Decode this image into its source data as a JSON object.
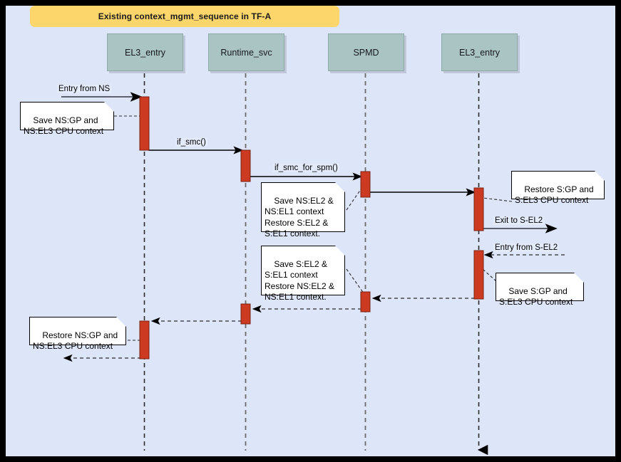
{
  "diagram": {
    "title": "Existing context_mgmt_sequence in TF-A",
    "type": "uml-sequence-diagram",
    "colors": {
      "background": "#dde5f8",
      "title_banner": "#fcd56b",
      "participant_box": "#a9c4c2",
      "activation_bar": "#cc3b21",
      "note_background": "#ffffff",
      "border": "#000000"
    },
    "participants": [
      {
        "id": "el3_entry_left",
        "label": "EL3_entry"
      },
      {
        "id": "runtime_svc",
        "label": "Runtime_svc"
      },
      {
        "id": "spmd",
        "label": "SPMD"
      },
      {
        "id": "el3_entry_right",
        "label": "EL3_entry"
      }
    ],
    "messages": [
      {
        "id": "m1",
        "label": "Entry from NS",
        "style": "solid",
        "from": "external-left",
        "to": "el3_entry_left"
      },
      {
        "id": "m2",
        "label": "if_smc()",
        "style": "solid",
        "from": "el3_entry_left",
        "to": "runtime_svc"
      },
      {
        "id": "m3",
        "label": "if_smc_for_spm()",
        "style": "solid",
        "from": "runtime_svc",
        "to": "spmd"
      },
      {
        "id": "m4",
        "label": "",
        "style": "solid",
        "from": "spmd",
        "to": "el3_entry_right"
      },
      {
        "id": "m5",
        "label": "Exit to S-EL2",
        "style": "solid",
        "from": "el3_entry_right",
        "to": "external-right"
      },
      {
        "id": "m6",
        "label": "Entry from S-EL2",
        "style": "dashed",
        "from": "external-right",
        "to": "el3_entry_right"
      },
      {
        "id": "m7",
        "label": "",
        "style": "dashed",
        "from": "el3_entry_right",
        "to": "spmd"
      },
      {
        "id": "m8",
        "label": "",
        "style": "dashed",
        "from": "spmd",
        "to": "runtime_svc"
      },
      {
        "id": "m9",
        "label": "",
        "style": "dashed",
        "from": "runtime_svc",
        "to": "el3_entry_left"
      },
      {
        "id": "m10",
        "label": "",
        "style": "dashed",
        "from": "el3_entry_left",
        "to": "external-left"
      }
    ],
    "notes": [
      {
        "id": "n1",
        "text": "Save NS:GP and\nNS:EL3 CPU context",
        "attached_to": "el3_entry_left"
      },
      {
        "id": "n2",
        "text": "Save NS:EL2 &\nNS:EL1 context\nRestore S:EL2 &\nS:EL1 context.",
        "attached_to": "spmd"
      },
      {
        "id": "n3",
        "text": "Restore S:GP and\nS:EL3 CPU context",
        "attached_to": "el3_entry_right"
      },
      {
        "id": "n4",
        "text": "Save S:EL2 &\nS:EL1 context\nRestore NS:EL2 &\nNS:EL1 context.",
        "attached_to": "spmd"
      },
      {
        "id": "n5",
        "text": "Save S:GP and\nS:EL3 CPU context",
        "attached_to": "el3_entry_right"
      },
      {
        "id": "n6",
        "text": "Restore NS:GP and\nNS:EL3 CPU context",
        "attached_to": "el3_entry_left"
      }
    ]
  }
}
